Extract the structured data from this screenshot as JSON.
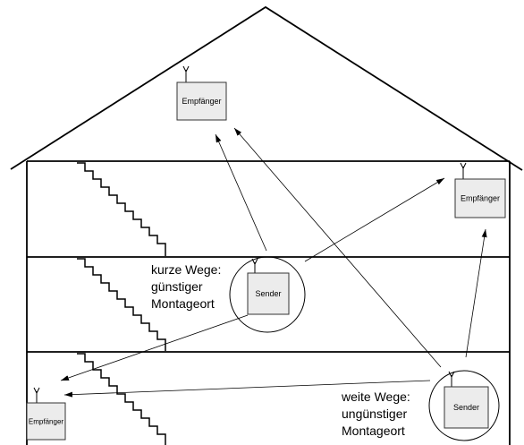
{
  "receivers": [
    {
      "label": "Empfänger"
    },
    {
      "label": "Empfänger"
    },
    {
      "label": "Empfänger"
    }
  ],
  "transmitters": [
    {
      "label": "Sender"
    },
    {
      "label": "Sender"
    }
  ],
  "annotations": {
    "short_paths": [
      "kurze Wege:",
      "günstiger",
      "Montageort"
    ],
    "long_paths": [
      "weite Wege:",
      "ungünstiger",
      "Montageort"
    ]
  }
}
